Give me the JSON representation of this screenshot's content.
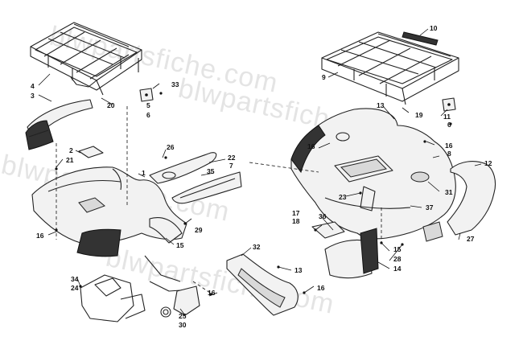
{
  "watermarks": [
    "blwpartsfiche.com",
    "blwpartsfiche.com",
    "blwpartsfiche.com",
    "blwpartsfiche.com"
  ],
  "callouts": {
    "c10": "10",
    "c9": "9",
    "c13a": "13",
    "c19": "19",
    "c11": "11",
    "c6b": "6",
    "c16a": "16",
    "c16b": "16",
    "c8": "8",
    "c12": "12",
    "c23": "23",
    "c31": "31",
    "c37": "37",
    "c36": "36",
    "c17": "17",
    "c18": "18",
    "c15b": "15",
    "c28": "28",
    "c14": "14",
    "c27": "27",
    "c4": "4",
    "c3": "3",
    "c33": "33",
    "c5": "5",
    "c6a": "6",
    "c20": "20",
    "c26": "26",
    "c22": "22",
    "c7": "7",
    "c35": "35",
    "c2": "2",
    "c21": "21",
    "c1": "1",
    "c16c": "16",
    "c29": "29",
    "c15a": "15",
    "c34": "34",
    "c24": "24",
    "c32": "32",
    "c13b": "13",
    "c16d": "16",
    "c16e": "16",
    "c25": "25",
    "c30": "30"
  }
}
